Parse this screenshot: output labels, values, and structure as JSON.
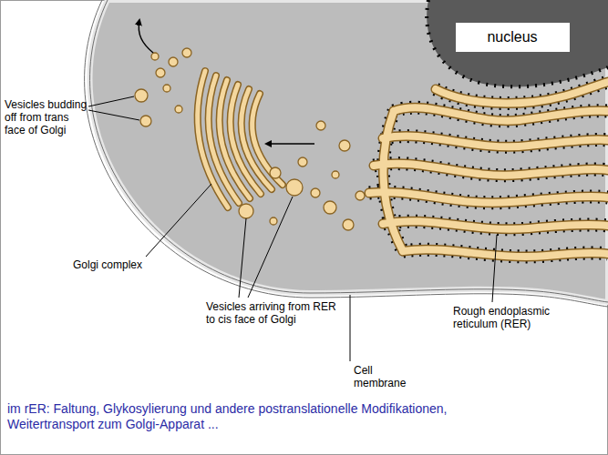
{
  "diagram": {
    "caption": "im rER: Faltung, Glykosylierung und andere postranslationelle Modifikationen, Weitertransport zum Golgi-Apparat ...",
    "nodes": [
      {
        "text": [
          "nucleus"
        ]
      }
    ],
    "labels": [
      "Vesicles budding off from trans face of Golgi",
      "Golgi complex",
      "Vesicles arriving from RER to cis face of Golgi",
      "Rough endoplasmic reticulum (RER)",
      "Cell membrane"
    ]
  }
}
